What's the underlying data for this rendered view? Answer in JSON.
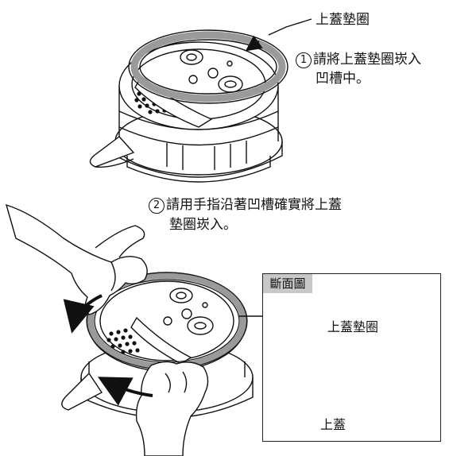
{
  "labels": {
    "lid_gasket_top": "上蓋墊圈",
    "step1_number": "1",
    "step1_line1": "請將上蓋墊圈崁入",
    "step1_line2": "凹槽中。",
    "step2_number": "2",
    "step2_line1": "請用手指沿著凹槽確實將上蓋",
    "step2_line2": "墊圈崁入。"
  },
  "section_view": {
    "title": "斷面圖",
    "gasket_label": "上蓋墊圈",
    "lid_label": "上蓋"
  },
  "colors": {
    "line": "#111111",
    "gasket_fill": "#9a9a9a",
    "section_title_bg": "#c8c8c8"
  }
}
